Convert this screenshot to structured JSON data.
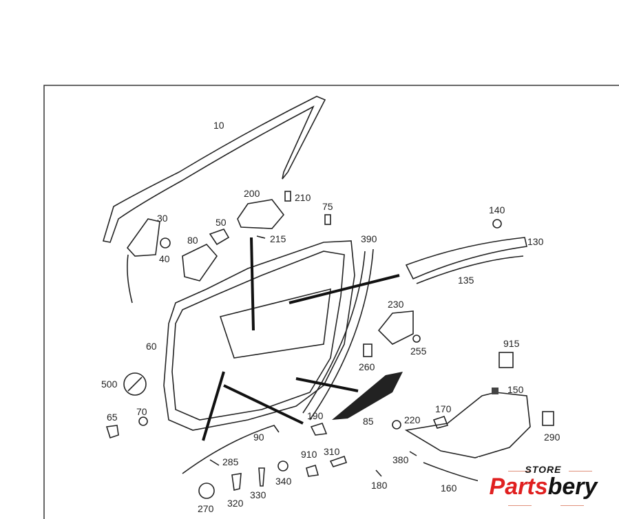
{
  "diagram": {
    "labels": {
      "p10": "10",
      "p30": "30",
      "p40": "40",
      "p50": "50",
      "p60": "60",
      "p65": "65",
      "p70": "70",
      "p75": "75",
      "p80": "80",
      "p85": "85",
      "p90": "90",
      "p130": "130",
      "p135": "135",
      "p140": "140",
      "p150": "150",
      "p160": "160",
      "p170": "170",
      "p180": "180",
      "p190": "190",
      "p200": "200",
      "p210": "210",
      "p215": "215",
      "p220": "220",
      "p230": "230",
      "p255": "255",
      "p260": "260",
      "p270": "270",
      "p285": "285",
      "p290": "290",
      "p310": "310",
      "p320": "320",
      "p330": "330",
      "p340": "340",
      "p380": "380",
      "p390": "390",
      "p500": "500",
      "p910": "910",
      "p915": "915"
    }
  },
  "logo": {
    "store": "STORE",
    "brand_red": "Parts",
    "brand_black": "bery"
  },
  "colors": {
    "brand_red": "#e02020",
    "ink": "#222222"
  }
}
